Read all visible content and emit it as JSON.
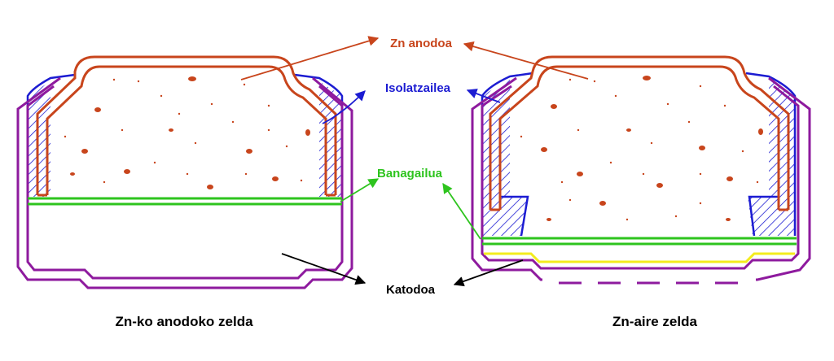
{
  "labels": {
    "anode": "Zn anodoa",
    "insulator": "Isolatzailea",
    "separator": "Banagailua",
    "cathode": "Katodoa"
  },
  "captions": {
    "left": "Zn-ko anodoko zelda",
    "right": "Zn-aire zelda"
  },
  "colors": {
    "can": "#8e1a9e",
    "anode": "#c8451c",
    "insulator": "#1c1cd2",
    "separator": "#2ec41e",
    "air_layer": "#f3ec1e",
    "cathode_arrow": "#000000"
  }
}
